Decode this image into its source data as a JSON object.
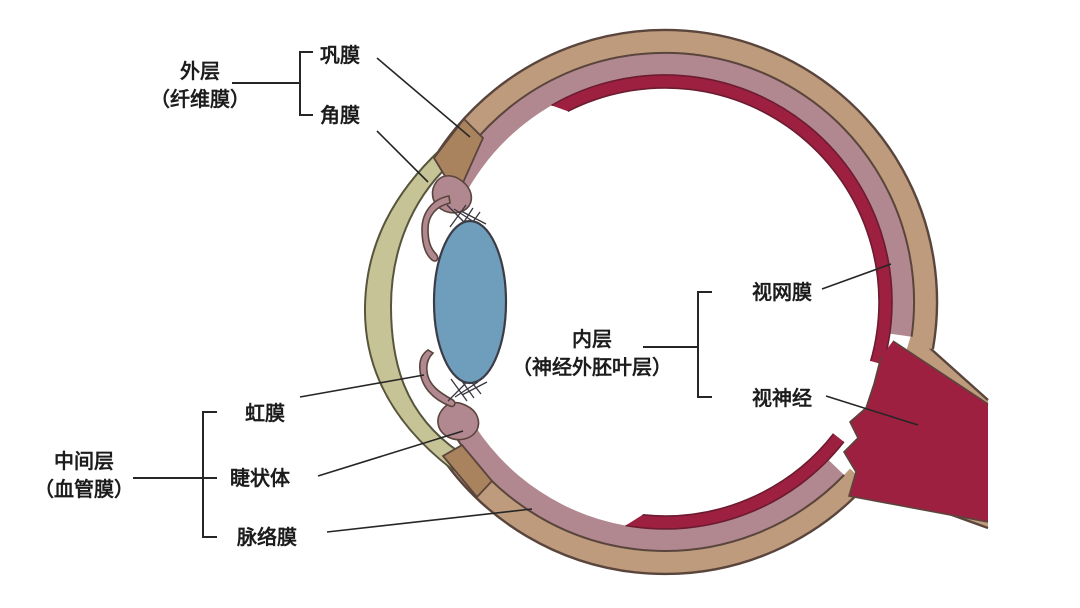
{
  "figure": {
    "type": "anatomical-cross-section",
    "subject": "eye-anatomy-diagram",
    "groups": {
      "outer": {
        "label": "外层",
        "sublabel": "（纤维膜）",
        "children": {
          "sclera": "巩膜",
          "cornea": "角膜"
        }
      },
      "middle": {
        "label": "中间层",
        "sublabel": "（血管膜）",
        "children": {
          "iris": "虹膜",
          "ciliary": "睫状体",
          "choroid": "脉络膜"
        }
      },
      "inner": {
        "label": "内层",
        "sublabel": "（神经外胚叶层）",
        "children": {
          "retina": "视网膜",
          "optic_nerve": "视神经"
        }
      }
    },
    "colors": {
      "sclera_tan": "#bd9b7c",
      "cornea_olive": "#c6c497",
      "limbus_brown": "#a9825e",
      "uvea_mauve": "#b18790",
      "retina_red": "#9e2040",
      "lens_blue": "#6f9dbc",
      "outline": "#5a453c",
      "line": "#262626",
      "text": "#1c1c1c",
      "background": "#ffffff"
    }
  }
}
